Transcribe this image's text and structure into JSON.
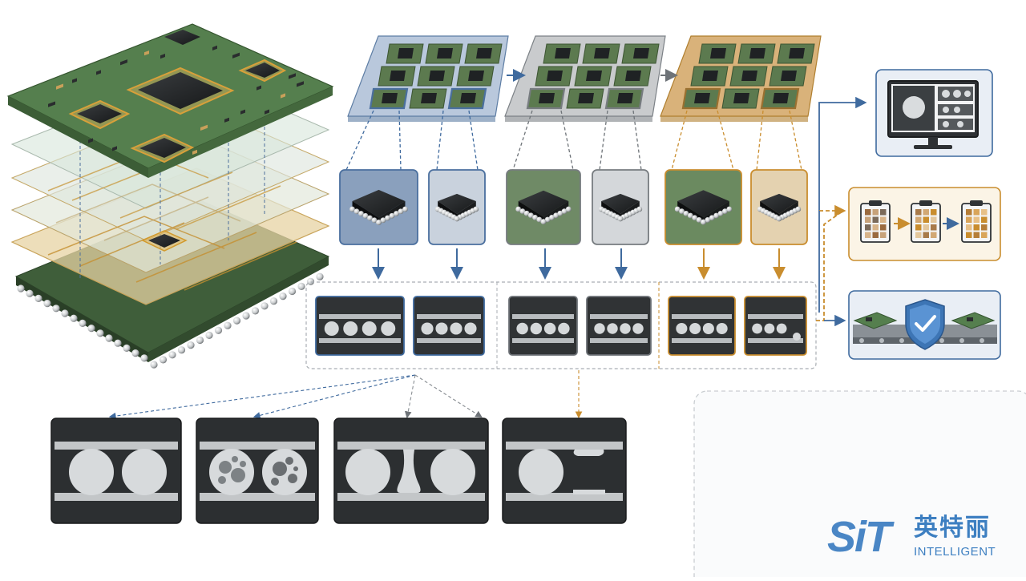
{
  "logo": {
    "mark": "SiT",
    "chinese": "英特丽",
    "english": "INTELLIGENT"
  },
  "icons": {
    "monitor": "monitor-xray-icon",
    "clipboard": "clipboard-grid-icon",
    "shield": "shield-check-icon"
  },
  "colors": {
    "blue": "#3f6a9e",
    "gray": "#6e7378",
    "orange": "#c98d2e",
    "board_green": "#4d7a45",
    "logo_blue": "#4a86c5"
  }
}
